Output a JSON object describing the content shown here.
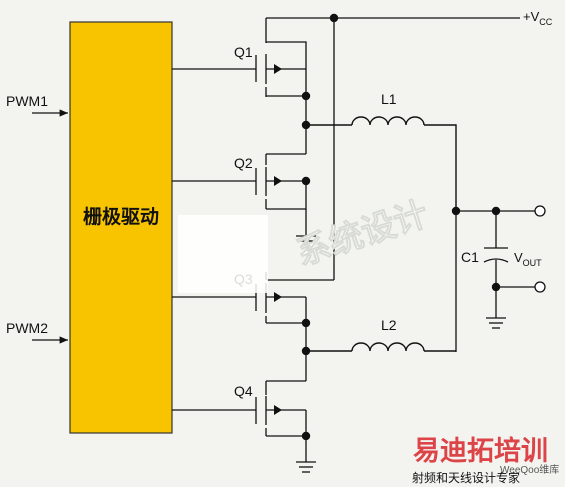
{
  "diagram": {
    "driver_label": "栅极驱动",
    "inputs": {
      "pwm1": "PWM1",
      "pwm2": "PWM2"
    },
    "transistors": {
      "q1": "Q1",
      "q2": "Q2",
      "q3": "Q3",
      "q4": "Q4"
    },
    "inductors": {
      "l1": "L1",
      "l2": "L2"
    },
    "capacitor": "C1",
    "supply": {
      "prefix": "+V",
      "subscript": "CC"
    },
    "output": {
      "prefix": "V",
      "subscript": "OUT"
    }
  },
  "watermark": {
    "center_text": "系统设计",
    "brand_text": "易迪拓培训",
    "tagline": "射频和天线设计专家",
    "site": "WeeQoo维库"
  },
  "colors": {
    "background": "#f3f4ef",
    "driver_fill": "#f8c400",
    "driver_stroke": "#333333",
    "wire": "#111111",
    "inductor": "#111111",
    "brand_red": "#d9262b"
  }
}
